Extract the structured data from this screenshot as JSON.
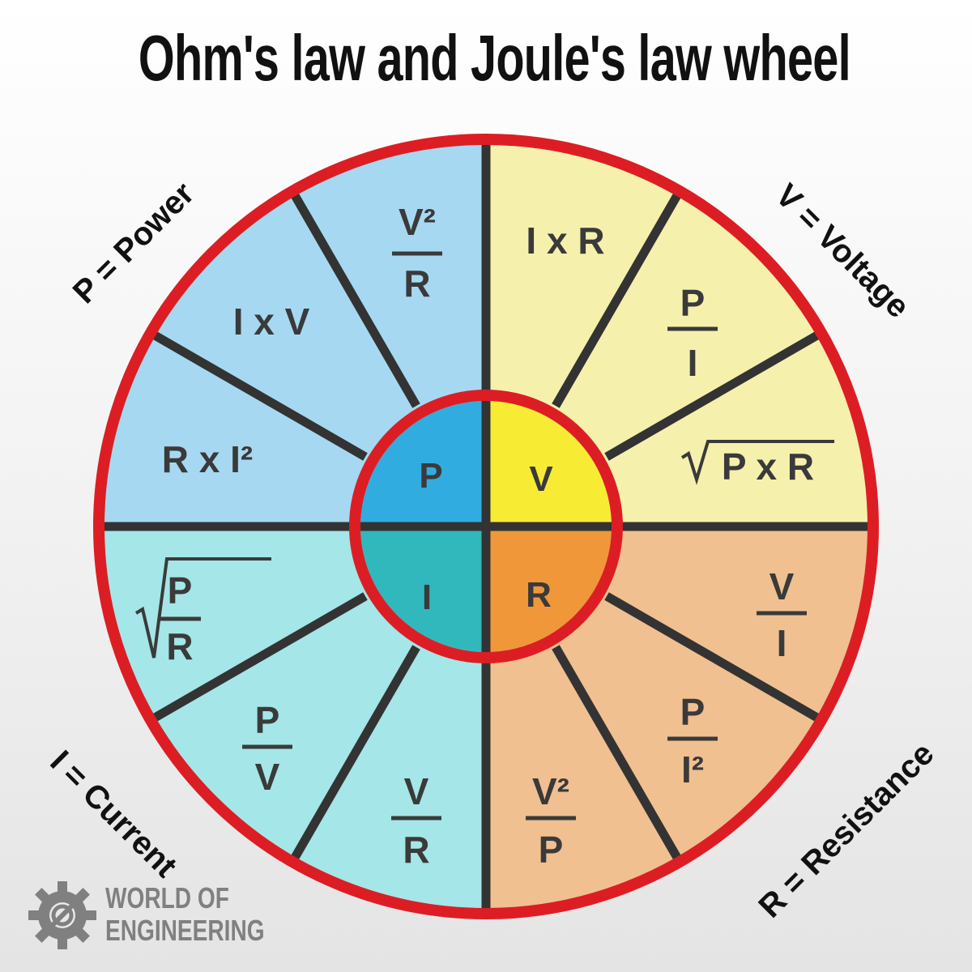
{
  "title": "Ohm's law and Joule's law wheel",
  "labels": {
    "power": "P = Power",
    "voltage": "V = Voltage",
    "current": "I = Current",
    "resistance": "R = Resistance"
  },
  "center": {
    "P": "P",
    "V": "V",
    "I": "I",
    "R": "R"
  },
  "formulas": {
    "p_v2_over_r": {
      "top": "V²",
      "bottom": "R"
    },
    "p_i_times_v": "I x V",
    "p_r_times_i2": "R x I²",
    "v_i_times_r": "I x R",
    "v_p_over_i": {
      "top": "P",
      "bottom": "I"
    },
    "v_sqrt_p_times_r": "P x R",
    "i_sqrt_p_over_r": {
      "top": "P",
      "bottom": "R"
    },
    "i_p_over_v": {
      "top": "P",
      "bottom": "V"
    },
    "i_v_over_r": {
      "top": "V",
      "bottom": "R"
    },
    "r_v_over_i": {
      "top": "V",
      "bottom": "I"
    },
    "r_p_over_i2": {
      "top": "P",
      "bottom": "I²"
    },
    "r_v2_over_p": {
      "top": "V²",
      "bottom": "P"
    }
  },
  "brand": {
    "line1": "WORLD OF",
    "line2": "ENGINEERING"
  },
  "colors": {
    "ring": "#dc1e24",
    "spokes": "#333333",
    "power_outer": "#a6d9f1",
    "power_inner": "#31ace0",
    "voltage_outer": "#f6f0ad",
    "voltage_inner": "#f7ec33",
    "current_outer": "#a5e6e8",
    "current_inner": "#31b8bc",
    "resistance_outer": "#f0c090",
    "resistance_inner": "#f0973a",
    "brand": "#808080"
  }
}
